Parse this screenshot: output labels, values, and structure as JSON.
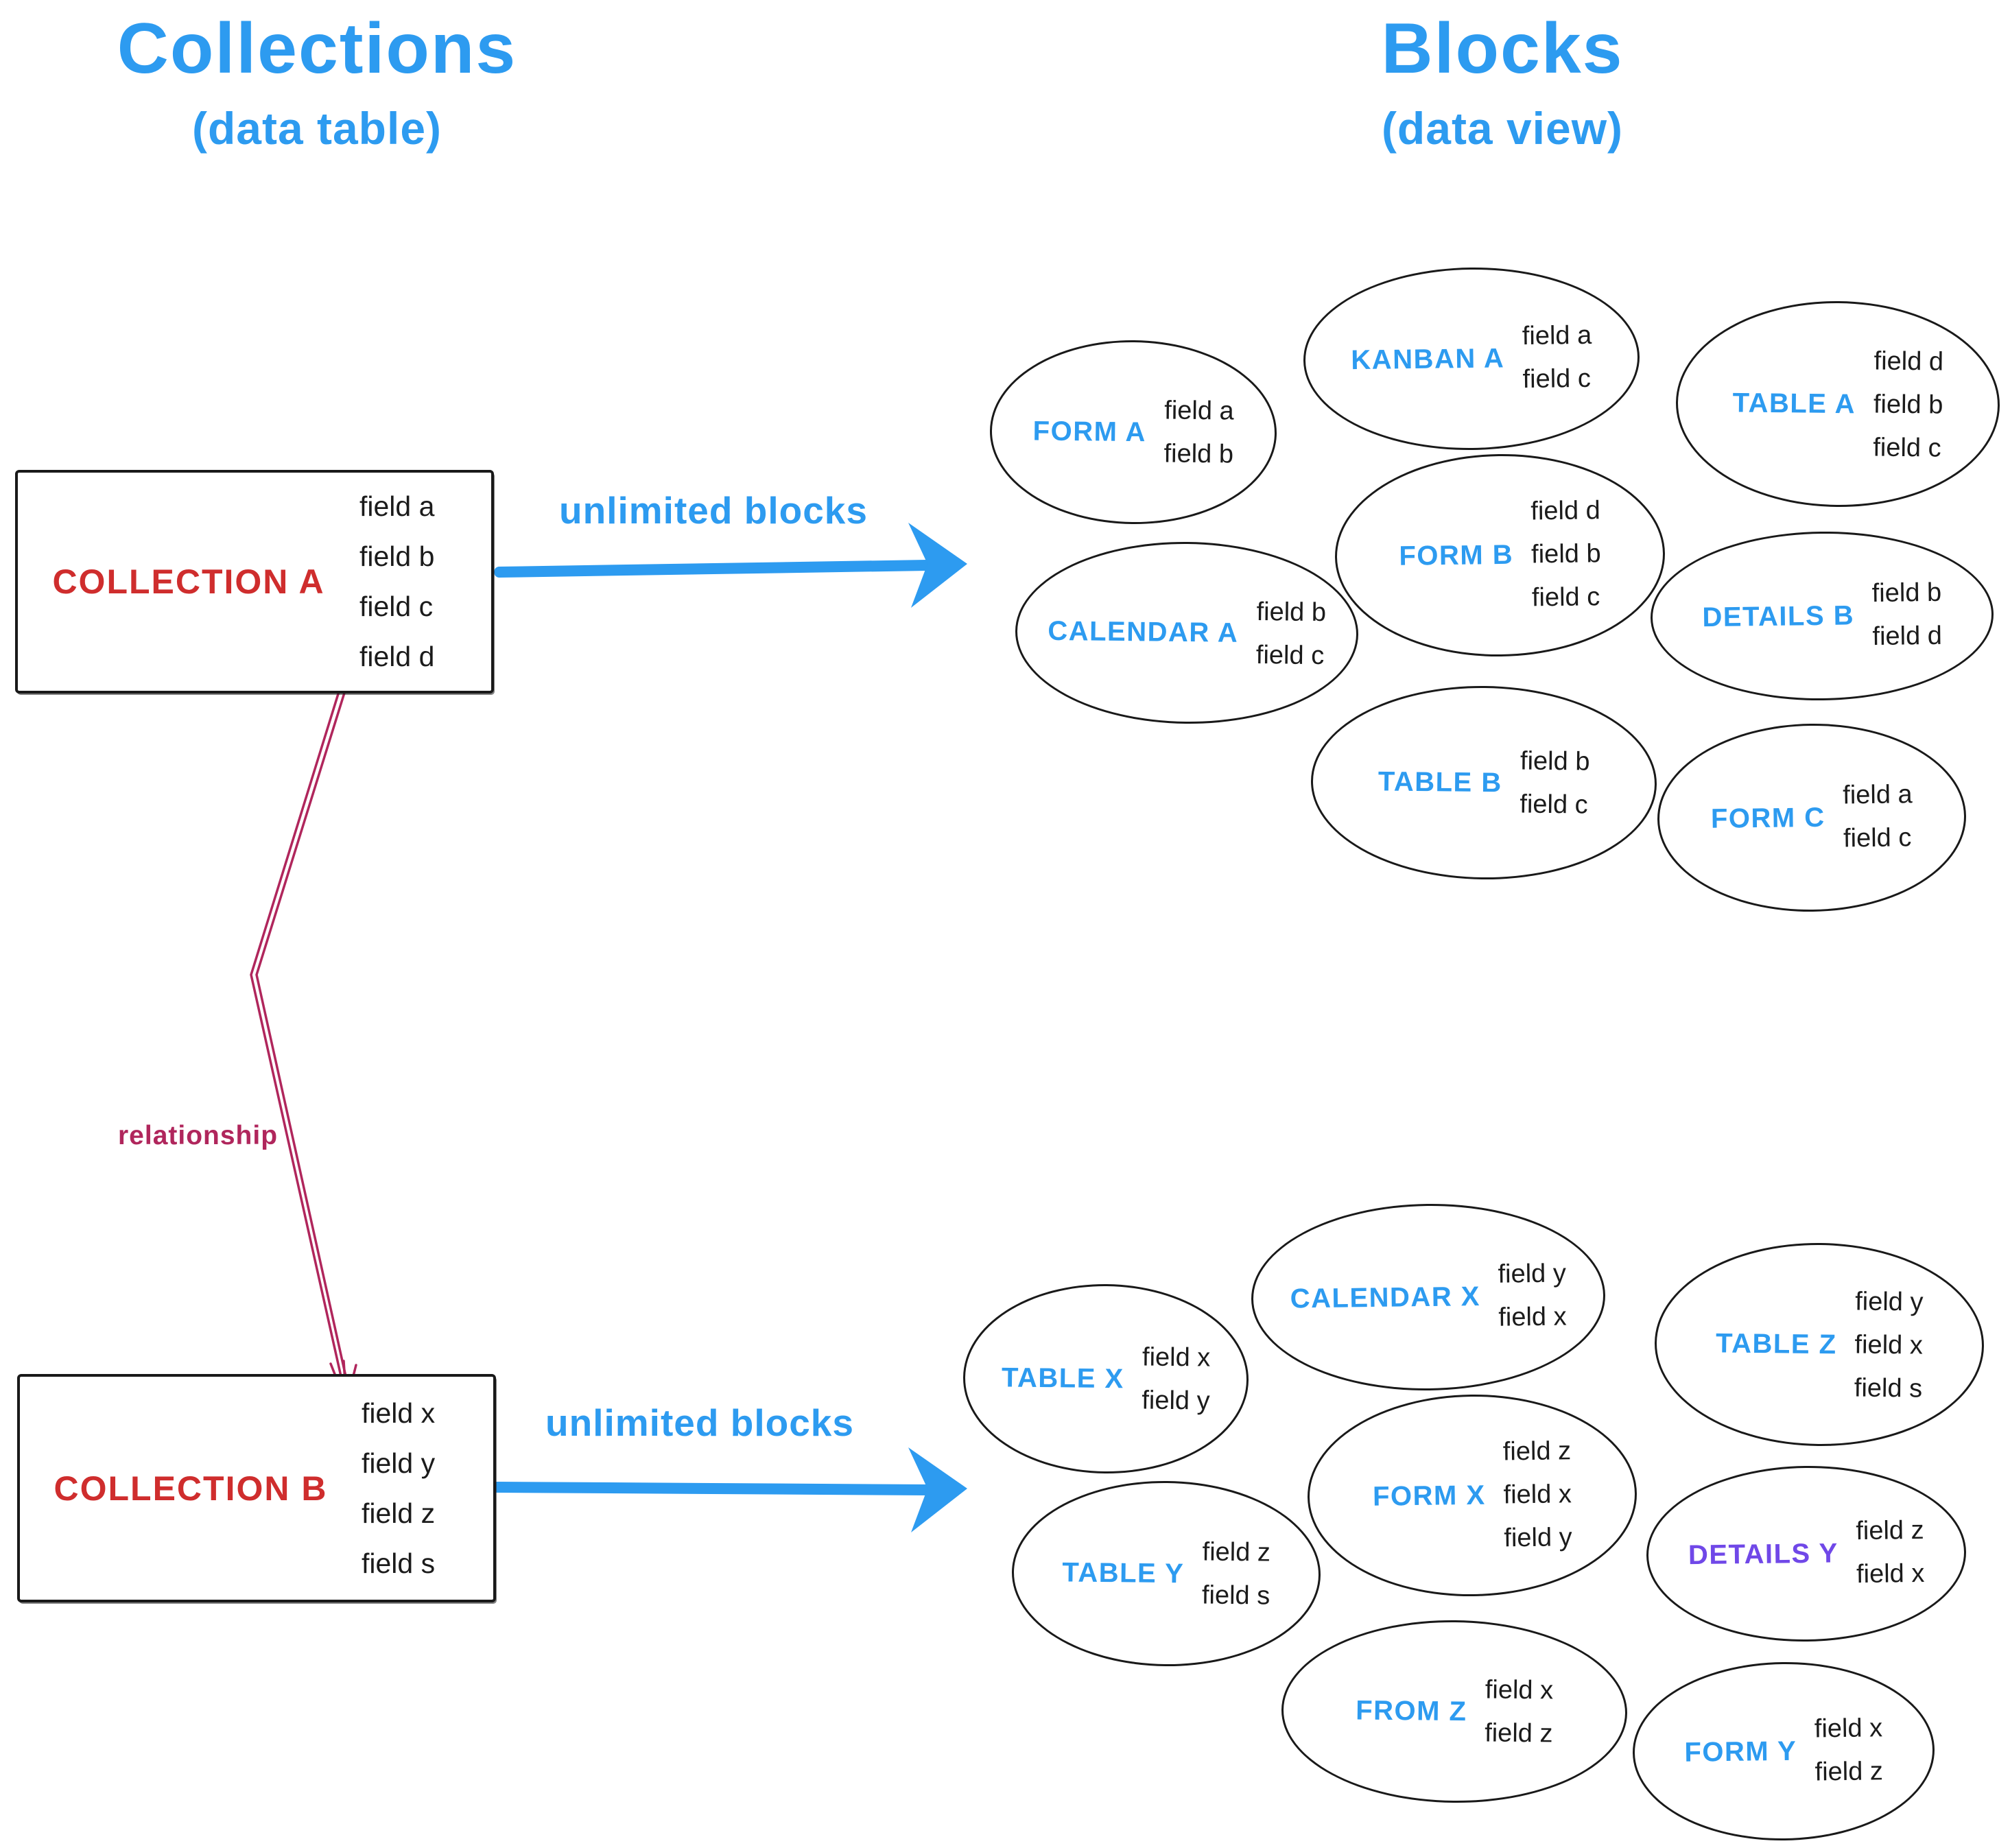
{
  "titles": {
    "left": {
      "title": "Collections",
      "subtitle": "(data table)"
    },
    "right": {
      "title": "Blocks",
      "subtitle": "(data view)"
    }
  },
  "colors": {
    "blue": "#2d9bf0",
    "red": "#cf2d2d",
    "crimson": "#b0265c",
    "purple": "#7048e8",
    "ink": "#191919"
  },
  "collections": [
    {
      "name": "COLLECTION A",
      "fields": [
        "field a",
        "field b",
        "field c",
        "field d"
      ]
    },
    {
      "name": "COLLECTION B",
      "fields": [
        "field x",
        "field y",
        "field z",
        "field s"
      ]
    }
  ],
  "arrows": [
    {
      "label": "unlimited blocks"
    },
    {
      "label": "unlimited blocks"
    }
  ],
  "relationship": {
    "label": "relationship"
  },
  "blocks": [
    {
      "label": "FORM A",
      "fields": [
        "field a",
        "field b"
      ]
    },
    {
      "label": "KANBAN A",
      "fields": [
        "field a",
        "field c"
      ]
    },
    {
      "label": "TABLE A",
      "fields": [
        "field d",
        "field b",
        "field c"
      ]
    },
    {
      "label": "FORM B",
      "fields": [
        "field d",
        "field b",
        "field c"
      ]
    },
    {
      "label": "CALENDAR A",
      "fields": [
        "field b",
        "field c"
      ]
    },
    {
      "label": "DETAILS B",
      "fields": [
        "field b",
        "field d"
      ]
    },
    {
      "label": "TABLE B",
      "fields": [
        "field b",
        "field c"
      ]
    },
    {
      "label": "FORM C",
      "fields": [
        "field a",
        "field c"
      ]
    },
    {
      "label": "TABLE X",
      "fields": [
        "field x",
        "field y"
      ]
    },
    {
      "label": "CALENDAR X",
      "fields": [
        "field y",
        "field x"
      ]
    },
    {
      "label": "TABLE Z",
      "fields": [
        "field y",
        "field x",
        "field s"
      ]
    },
    {
      "label": "FORM X",
      "fields": [
        "field z",
        "field x",
        "field y"
      ]
    },
    {
      "label": "TABLE Y",
      "fields": [
        "field z",
        "field s"
      ]
    },
    {
      "label": "DETAILS Y",
      "fields": [
        "field z",
        "field x"
      ]
    },
    {
      "label": "FROM Z",
      "fields": [
        "field x",
        "field z"
      ]
    },
    {
      "label": "FORM Y",
      "fields": [
        "field x",
        "field z"
      ]
    }
  ]
}
